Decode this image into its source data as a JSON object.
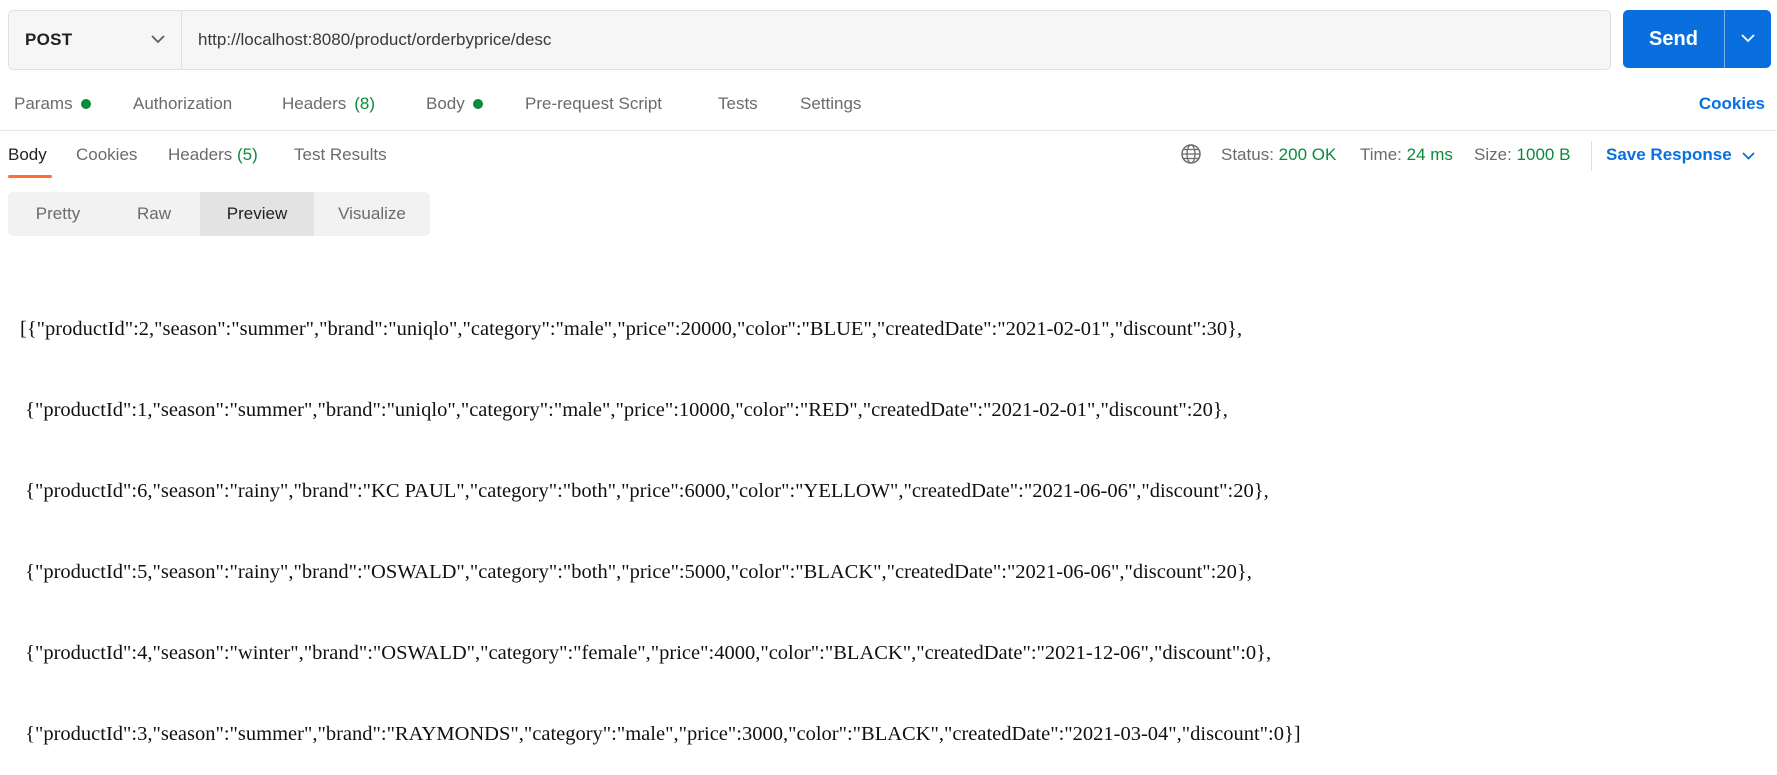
{
  "request": {
    "method": "POST",
    "url": "http://localhost:8080/product/orderbyprice/desc",
    "send_label": "Send"
  },
  "request_tabs": {
    "params": "Params",
    "authorization": "Authorization",
    "headers": "Headers",
    "headers_count": "(8)",
    "body": "Body",
    "pre_request": "Pre-request Script",
    "tests": "Tests",
    "settings": "Settings",
    "cookies": "Cookies"
  },
  "response_tabs": {
    "body": "Body",
    "cookies": "Cookies",
    "headers": "Headers",
    "headers_count": "(5)",
    "test_results": "Test Results"
  },
  "response_meta": {
    "status_label": "Status:",
    "status_value": "200 OK",
    "time_label": "Time:",
    "time_value": "24 ms",
    "size_label": "Size:",
    "size_value": "1000 B",
    "save_response": "Save Response"
  },
  "view_options": {
    "pretty": "Pretty",
    "raw": "Raw",
    "preview": "Preview",
    "visualize": "Visualize",
    "selected": "Preview"
  },
  "response_lines": [
    "[{\"productId\":2,\"season\":\"summer\",\"brand\":\"uniqlo\",\"category\":\"male\",\"price\":20000,\"color\":\"BLUE\",\"createdDate\":\"2021-02-01\",\"discount\":30},",
    " {\"productId\":1,\"season\":\"summer\",\"brand\":\"uniqlo\",\"category\":\"male\",\"price\":10000,\"color\":\"RED\",\"createdDate\":\"2021-02-01\",\"discount\":20},",
    " {\"productId\":6,\"season\":\"rainy\",\"brand\":\"KC PAUL\",\"category\":\"both\",\"price\":6000,\"color\":\"YELLOW\",\"createdDate\":\"2021-06-06\",\"discount\":20},",
    " {\"productId\":5,\"season\":\"rainy\",\"brand\":\"OSWALD\",\"category\":\"both\",\"price\":5000,\"color\":\"BLACK\",\"createdDate\":\"2021-06-06\",\"discount\":20},",
    " {\"productId\":4,\"season\":\"winter\",\"brand\":\"OSWALD\",\"category\":\"female\",\"price\":4000,\"color\":\"BLACK\",\"createdDate\":\"2021-12-06\",\"discount\":0},",
    " {\"productId\":3,\"season\":\"summer\",\"brand\":\"RAYMONDS\",\"category\":\"male\",\"price\":3000,\"color\":\"BLACK\",\"createdDate\":\"2021-03-04\",\"discount\":0}]"
  ],
  "colors": {
    "accent_blue": "#0a6fde",
    "status_green": "#0c8a3b",
    "active_tab_orange": "#ff6c37"
  },
  "icons": {
    "method_dropdown": "chevron-down-icon",
    "send_dropdown": "chevron-down-icon",
    "network": "globe-icon",
    "save_dropdown": "chevron-down-icon"
  }
}
